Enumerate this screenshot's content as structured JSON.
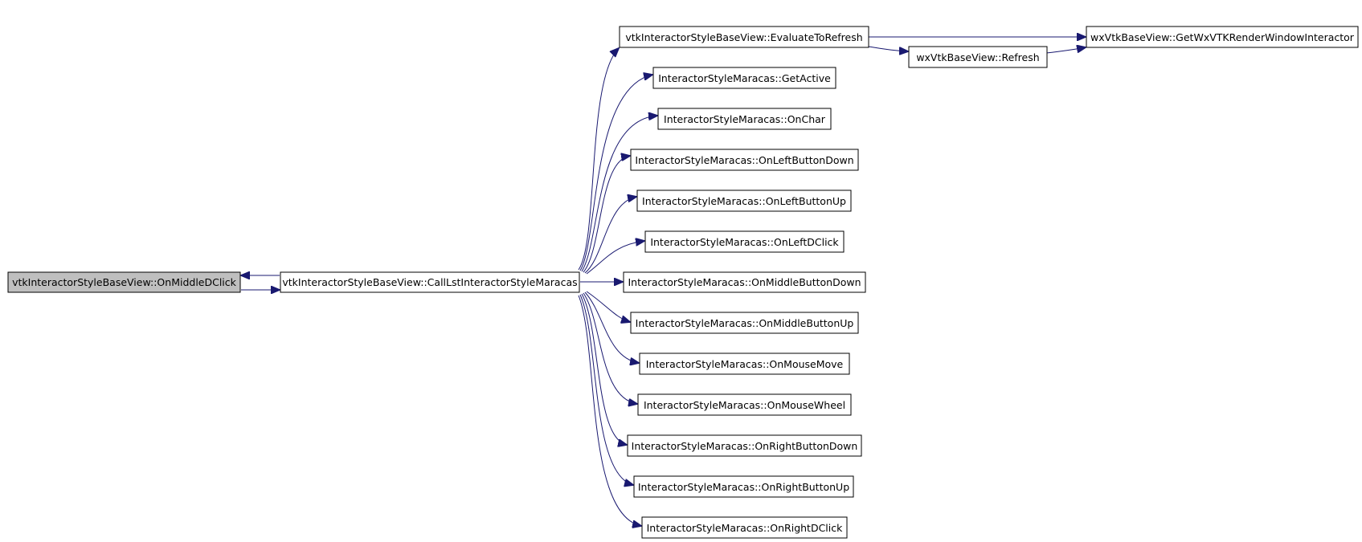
{
  "graph": {
    "root": "vtkInteractorStyleBaseView::OnMiddleDClick",
    "caller": "vtkInteractorStyleBaseView::CallLstInteractorStyleMaracas",
    "callees": [
      "vtkInteractorStyleBaseView::EvaluateToRefresh",
      "InteractorStyleMaracas::GetActive",
      "InteractorStyleMaracas::OnChar",
      "InteractorStyleMaracas::OnLeftButtonDown",
      "InteractorStyleMaracas::OnLeftButtonUp",
      "InteractorStyleMaracas::OnLeftDClick",
      "InteractorStyleMaracas::OnMiddleButtonDown",
      "InteractorStyleMaracas::OnMiddleButtonUp",
      "InteractorStyleMaracas::OnMouseMove",
      "InteractorStyleMaracas::OnMouseWheel",
      "InteractorStyleMaracas::OnRightButtonDown",
      "InteractorStyleMaracas::OnRightButtonUp",
      "InteractorStyleMaracas::OnRightDClick"
    ],
    "refresh": "wxVtkBaseView::Refresh",
    "interactor": "wxVtkBaseView::GetWxVTKRenderWindowInteractor"
  },
  "colors": {
    "edge": "#191970",
    "root_fill": "#bfbfbf",
    "node_fill": "#ffffff",
    "node_border": "#000000"
  }
}
